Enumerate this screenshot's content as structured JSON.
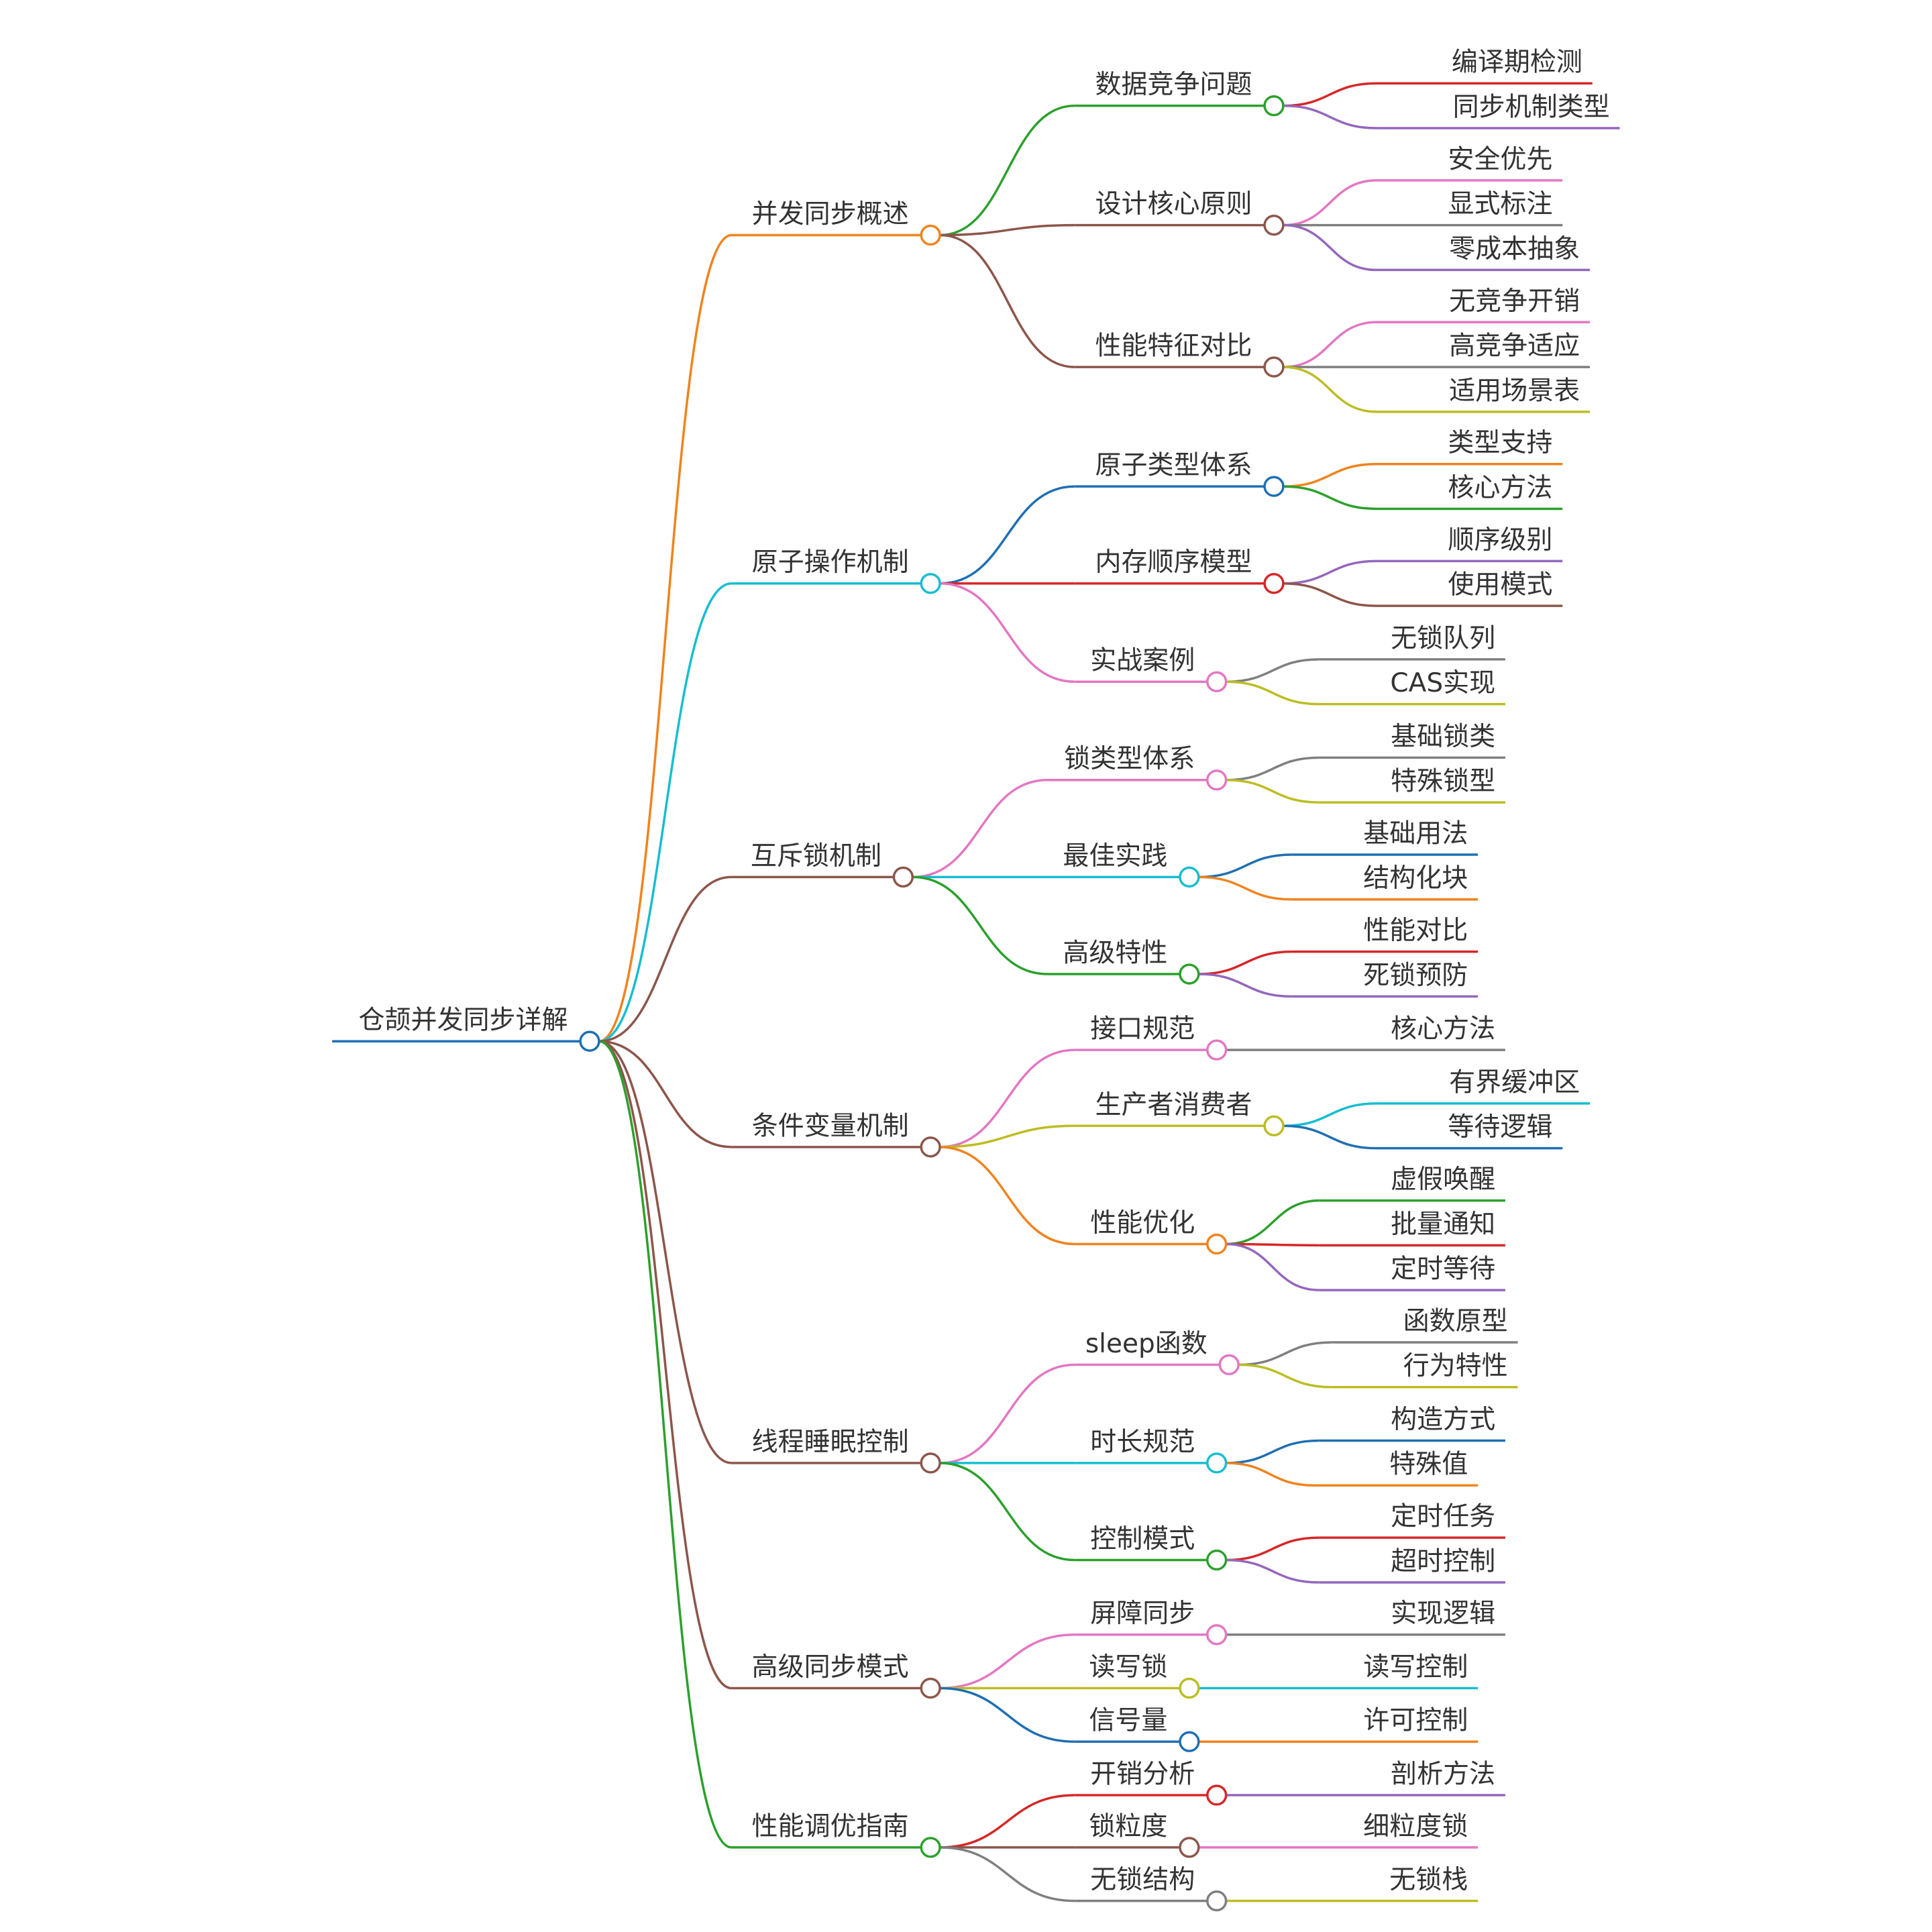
{
  "root": {
    "label": "仓颉并发同步详解",
    "color": "#1f6fb2"
  },
  "branches": [
    {
      "label": "并发同步概述",
      "color": "#f0831e",
      "children": [
        {
          "label": "数据竞争问题",
          "color": "#2ca02c",
          "leaves": [
            {
              "label": "编译期检测",
              "color": "#d62728"
            },
            {
              "label": "同步机制类型",
              "color": "#9467bd"
            }
          ]
        },
        {
          "label": "设计核心原则",
          "color": "#8c564b",
          "leaves": [
            {
              "label": "安全优先",
              "color": "#e377c2"
            },
            {
              "label": "显式标注",
              "color": "#7f7f7f"
            },
            {
              "label": "零成本抽象",
              "color": "#9467bd"
            }
          ]
        },
        {
          "label": "性能特征对比",
          "color": "#8c564b",
          "leaves": [
            {
              "label": "无竞争开销",
              "color": "#e377c2"
            },
            {
              "label": "高竞争适应",
              "color": "#7f7f7f"
            },
            {
              "label": "适用场景表",
              "color": "#bcbd22"
            }
          ]
        }
      ]
    },
    {
      "label": "原子操作机制",
      "color": "#17becf",
      "children": [
        {
          "label": "原子类型体系",
          "color": "#1f6fb2",
          "leaves": [
            {
              "label": "类型支持",
              "color": "#f0831e"
            },
            {
              "label": "核心方法",
              "color": "#2ca02c"
            }
          ]
        },
        {
          "label": "内存顺序模型",
          "color": "#d62728",
          "leaves": [
            {
              "label": "顺序级别",
              "color": "#9467bd"
            },
            {
              "label": "使用模式",
              "color": "#8c564b"
            }
          ]
        },
        {
          "label": "实战案例",
          "color": "#e377c2",
          "leaves": [
            {
              "label": "无锁队列",
              "color": "#7f7f7f"
            },
            {
              "label": "CAS实现",
              "color": "#bcbd22"
            }
          ]
        }
      ]
    },
    {
      "label": "互斥锁机制",
      "color": "#8c564b",
      "children": [
        {
          "label": "锁类型体系",
          "color": "#e377c2",
          "leaves": [
            {
              "label": "基础锁类",
              "color": "#7f7f7f"
            },
            {
              "label": "特殊锁型",
              "color": "#bcbd22"
            }
          ]
        },
        {
          "label": "最佳实践",
          "color": "#17becf",
          "leaves": [
            {
              "label": "基础用法",
              "color": "#1f6fb2"
            },
            {
              "label": "结构化块",
              "color": "#f0831e"
            }
          ]
        },
        {
          "label": "高级特性",
          "color": "#2ca02c",
          "leaves": [
            {
              "label": "性能对比",
              "color": "#d62728"
            },
            {
              "label": "死锁预防",
              "color": "#9467bd"
            }
          ]
        }
      ]
    },
    {
      "label": "条件变量机制",
      "color": "#8c564b",
      "children": [
        {
          "label": "接口规范",
          "color": "#e377c2",
          "leaves": [
            {
              "label": "核心方法",
              "color": "#7f7f7f"
            }
          ]
        },
        {
          "label": "生产者消费者",
          "color": "#bcbd22",
          "leaves": [
            {
              "label": "有界缓冲区",
              "color": "#17becf"
            },
            {
              "label": "等待逻辑",
              "color": "#1f6fb2"
            }
          ]
        },
        {
          "label": "性能优化",
          "color": "#f0831e",
          "leaves": [
            {
              "label": "虚假唤醒",
              "color": "#2ca02c"
            },
            {
              "label": "批量通知",
              "color": "#d62728"
            },
            {
              "label": "定时等待",
              "color": "#9467bd"
            }
          ]
        }
      ]
    },
    {
      "label": "线程睡眠控制",
      "color": "#8c564b",
      "children": [
        {
          "label": "sleep函数",
          "color": "#e377c2",
          "leaves": [
            {
              "label": "函数原型",
              "color": "#7f7f7f"
            },
            {
              "label": "行为特性",
              "color": "#bcbd22"
            }
          ]
        },
        {
          "label": "时长规范",
          "color": "#17becf",
          "leaves": [
            {
              "label": "构造方式",
              "color": "#1f6fb2"
            },
            {
              "label": "特殊值",
              "color": "#f0831e"
            }
          ]
        },
        {
          "label": "控制模式",
          "color": "#2ca02c",
          "leaves": [
            {
              "label": "定时任务",
              "color": "#d62728"
            },
            {
              "label": "超时控制",
              "color": "#9467bd"
            }
          ]
        }
      ]
    },
    {
      "label": "高级同步模式",
      "color": "#8c564b",
      "children": [
        {
          "label": "屏障同步",
          "color": "#e377c2",
          "leaves": [
            {
              "label": "实现逻辑",
              "color": "#7f7f7f"
            }
          ]
        },
        {
          "label": "读写锁",
          "color": "#bcbd22",
          "leaves": [
            {
              "label": "读写控制",
              "color": "#17becf"
            }
          ]
        },
        {
          "label": "信号量",
          "color": "#1f6fb2",
          "leaves": [
            {
              "label": "许可控制",
              "color": "#f0831e"
            }
          ]
        }
      ]
    },
    {
      "label": "性能调优指南",
      "color": "#2ca02c",
      "children": [
        {
          "label": "开销分析",
          "color": "#d62728",
          "leaves": [
            {
              "label": "剖析方法",
              "color": "#9467bd"
            }
          ]
        },
        {
          "label": "锁粒度",
          "color": "#8c564b",
          "leaves": [
            {
              "label": "细粒度锁",
              "color": "#e377c2"
            }
          ]
        },
        {
          "label": "无锁结构",
          "color": "#7f7f7f",
          "leaves": [
            {
              "label": "无锁栈",
              "color": "#bcbd22"
            }
          ]
        }
      ]
    }
  ]
}
